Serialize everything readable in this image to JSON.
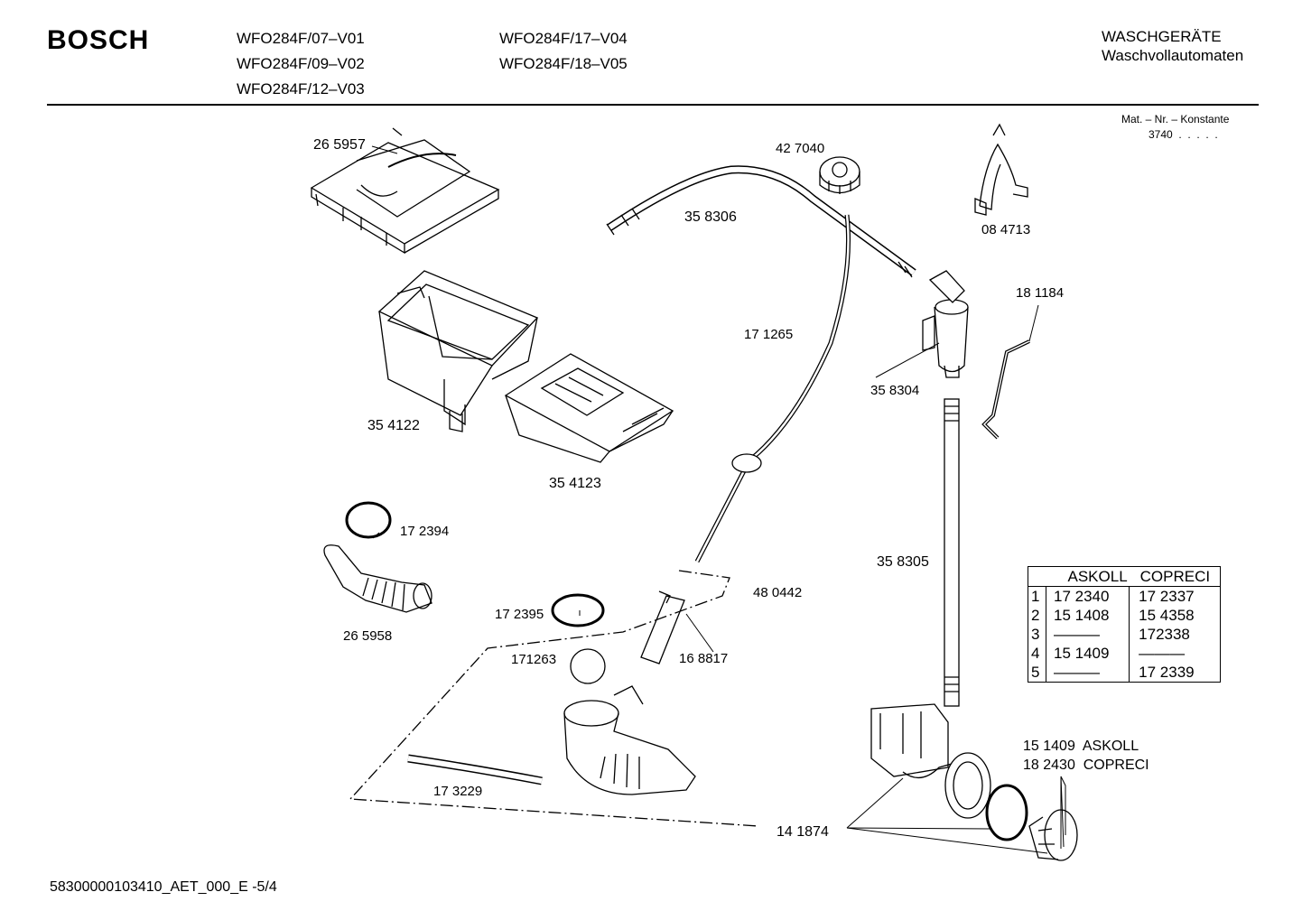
{
  "header": {
    "brand": "BOSCH",
    "models_col1": [
      "WFO284F/07–V01",
      "WFO284F/09–V02",
      "WFO284F/12–V03"
    ],
    "models_col2": [
      "WFO284F/17–V04",
      "WFO284F/18–V05"
    ],
    "category": "WASCHGERÄTE",
    "subcategory": "Waschvollautomaten",
    "mat_label": "Mat. – Nr. – Konstante",
    "mat_value": "3740  .  .  .  .  ."
  },
  "parts": {
    "p265957": "26 5957",
    "p427040": "42 7040",
    "p358306": "35 8306",
    "p084713": "08 4713",
    "p181184": "18 1184",
    "p171265": "17 1265",
    "p358304": "35 8304",
    "p354122": "35 4122",
    "p354123": "35 4123",
    "p172394": "17 2394",
    "p265958": "26 5958",
    "p480442": "48 0442",
    "p358305": "35 8305",
    "p172395": "17 2395",
    "p171263": "171263",
    "p168817": "16 8817",
    "p173229": "17 3229",
    "p141874": "14 1874",
    "pump_askoll": "15 1409  ASKOLL",
    "pump_copreci": "18 2430  COPRECI"
  },
  "variant_table": {
    "headers": [
      "",
      "ASKOLL",
      "COPRECI"
    ],
    "rows": [
      {
        "idx": "1",
        "askoll": "17 2340",
        "copreci": "17 2337"
      },
      {
        "idx": "2",
        "askoll": "15 1408",
        "copreci": "15 4358"
      },
      {
        "idx": "3",
        "askoll": "———",
        "copreci": "172338"
      },
      {
        "idx": "4",
        "askoll": "15 1409",
        "copreci": "———"
      },
      {
        "idx": "5",
        "askoll": "———",
        "copreci": "17 2339"
      }
    ]
  },
  "footer": {
    "doc_id": "58300000103410_AET_000_E -5/4"
  }
}
